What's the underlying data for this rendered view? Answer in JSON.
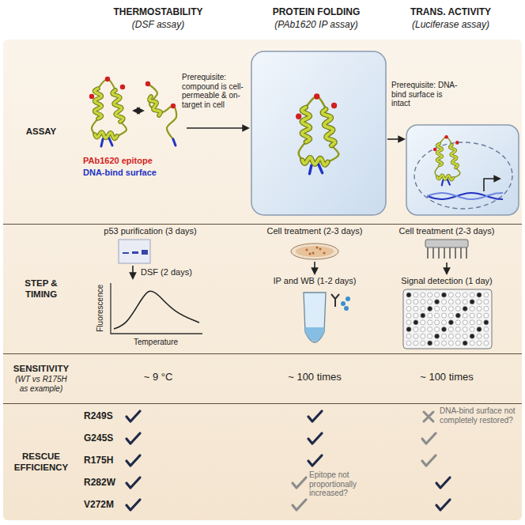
{
  "diagram": {
    "nodes": [
      {
        "text": [
          "ASSAY"
        ]
      },
      {
        "text": [
          "STEP & TIMING"
        ]
      },
      {
        "text": [
          "SENSITIVITY",
          "(WT vs R175H as example)"
        ]
      },
      {
        "text": [
          "RESCUE EFFICIENCY"
        ]
      }
    ],
    "labels": [
      "THERMOSTABILITY",
      "(DSF assay)",
      "PROTEIN FOLDING",
      "(PAb1620 IP assay)",
      "TRANS. ACTIVITY",
      "(Luciferase assay)",
      "Prerequisite: compound is cell-permeable & on-target in cell",
      "Prerequisite: DNA-bind surface is intact",
      "p53 purification (3 days)",
      "DSF (2 days)",
      "Fluorescence",
      "Temperature",
      "Cell treatment (2-3 days)",
      "IP and WB (1-2 days)",
      "Cell treatment (2-3 days)",
      "Signal detection (1 day)",
      "~ 9 °C",
      "~ 100 times",
      "~ 100 times",
      "R249S",
      "G245S",
      "R175H",
      "R282W",
      "V272M",
      "Epitope not proportionally increased?",
      "DNA-bind surface not completely restored?"
    ],
    "legend": [
      {
        "text": "PAb1620 epitope",
        "color": "#d21f1f"
      },
      {
        "text": "DNA-bind surface",
        "color": "#2233c4"
      }
    ]
  }
}
